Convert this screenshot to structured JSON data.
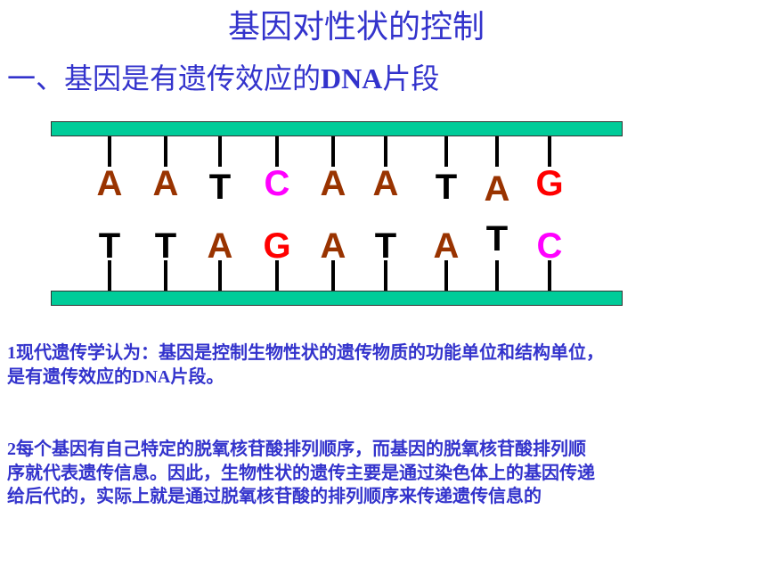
{
  "title": "基因对性状的控制",
  "section": {
    "prefix": "一、基因是有遗传效应的",
    "latin": "DNA",
    "suffix": "片段"
  },
  "diagram": {
    "strand_color": "#00cc99",
    "base_colors": {
      "A": "#993300",
      "T": "#000000",
      "C": "#ff00ff",
      "G": "#ff0000"
    },
    "top_bases": [
      "A",
      "A",
      "T",
      "C",
      "A",
      "A",
      "T",
      "A",
      "G"
    ],
    "bottom_bases": [
      "T",
      "T",
      "A",
      "G",
      "A",
      "T",
      "A",
      "T",
      "C"
    ]
  },
  "paragraphs": [
    {
      "num": "1",
      "line1": "现代遗传学认为：基因是控制生物性状的遗传物质的功能单位和结构单位，",
      "line2_prefix": "是有遗传效应的",
      "line2_latin": "DNA",
      "line2_suffix": "片段。"
    },
    {
      "num": "2",
      "line1": "每个基因有自己特定的脱氧核苷酸排列顺序，而基因的脱氧核苷酸排列顺",
      "line2": "序就代表遗传信息。因此，生物性状的遗传主要是通过染色体上的基因传递",
      "line3": "给后代的，实际上就是通过脱氧核苷酸的排列顺序来传递遗传信息的"
    }
  ]
}
